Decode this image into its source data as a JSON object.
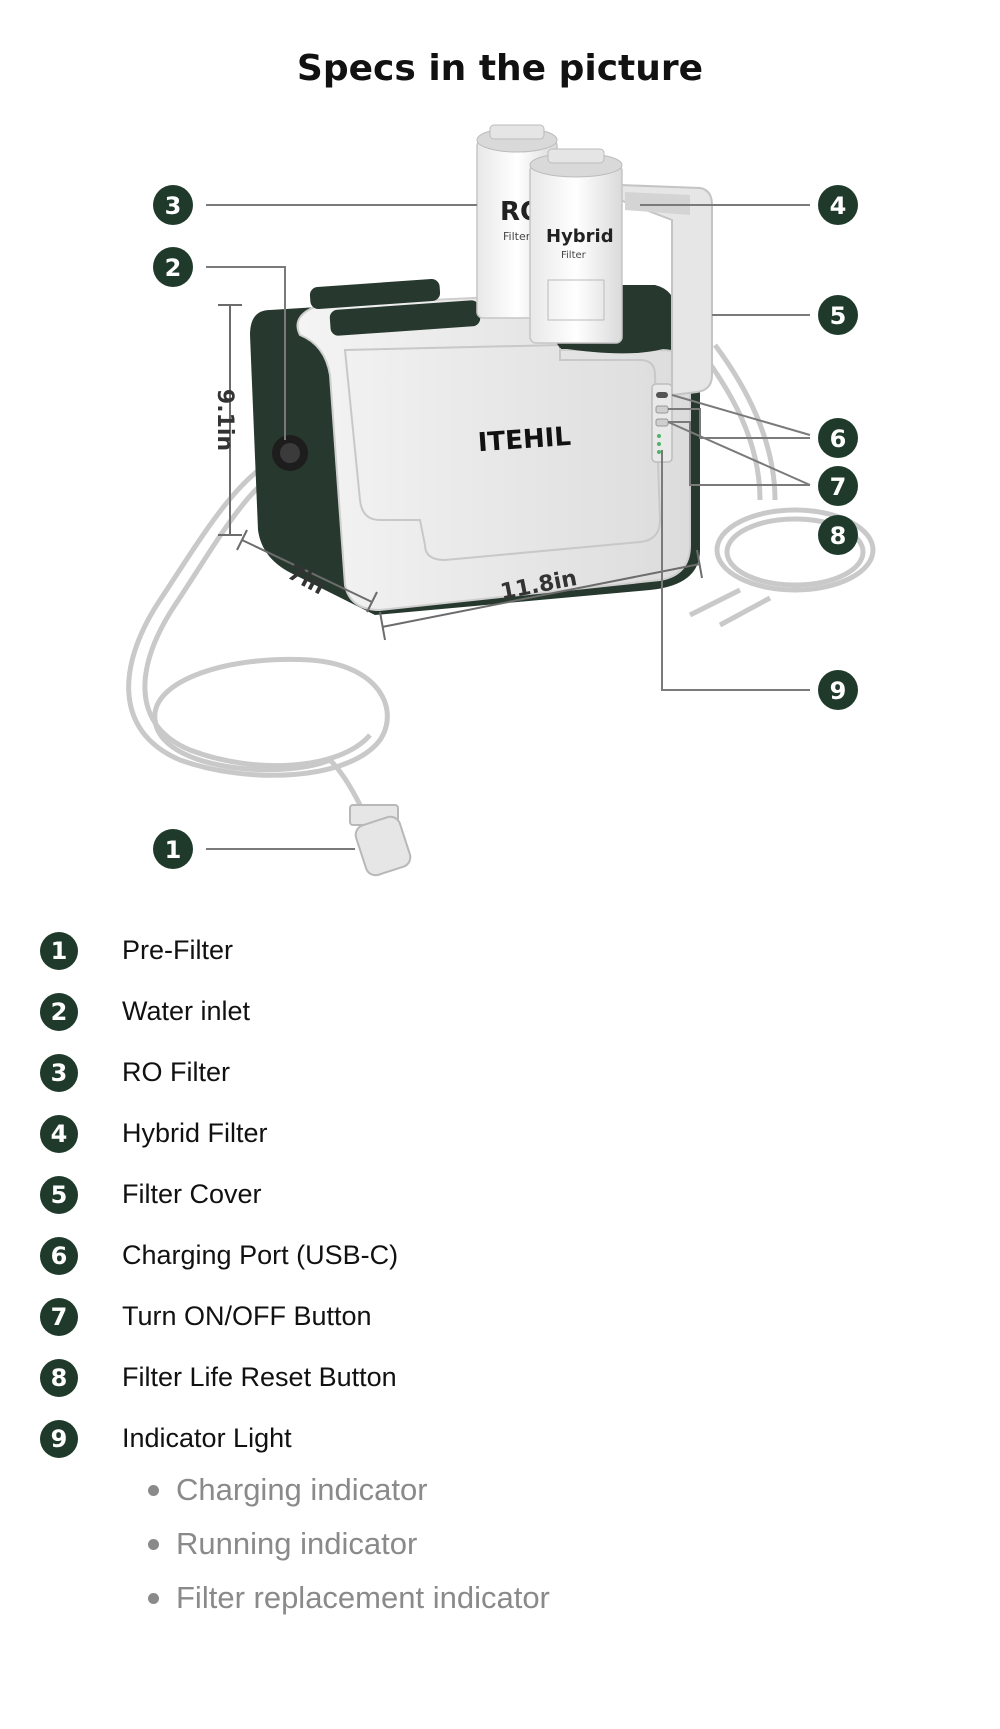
{
  "title": "Specs in the picture",
  "product": {
    "brand": "ITEHIL",
    "filter_ro": {
      "big": "RO",
      "small": "Filter"
    },
    "filter_hybrid": {
      "big": "Hybrid",
      "small": "Filter"
    },
    "dimensions": {
      "height": "9.1in",
      "depth": "7in",
      "width": "11.8in"
    }
  },
  "callouts": [
    "1",
    "2",
    "3",
    "4",
    "5",
    "6",
    "7",
    "8",
    "9"
  ],
  "parts": [
    {
      "num": "1",
      "label": "Pre-Filter"
    },
    {
      "num": "2",
      "label": "Water inlet"
    },
    {
      "num": "3",
      "label": "RO Filter"
    },
    {
      "num": "4",
      "label": "Hybrid Filter"
    },
    {
      "num": "5",
      "label": "Filter Cover"
    },
    {
      "num": "6",
      "label": "Charging Port (USB-C)"
    },
    {
      "num": "7",
      "label": "Turn ON/OFF Button"
    },
    {
      "num": "8",
      "label": "Filter Life Reset Button"
    },
    {
      "num": "9",
      "label": "Indicator Light"
    }
  ],
  "indicators": [
    "Charging indicator",
    "Running indicator",
    "Filter replacement indicator"
  ],
  "colors": {
    "badge": "#1f3a2b",
    "body_dark": "#27392e",
    "body_light": "#ececec",
    "leader": "#7a7a7a",
    "sub_text": "#8a8a8a"
  }
}
